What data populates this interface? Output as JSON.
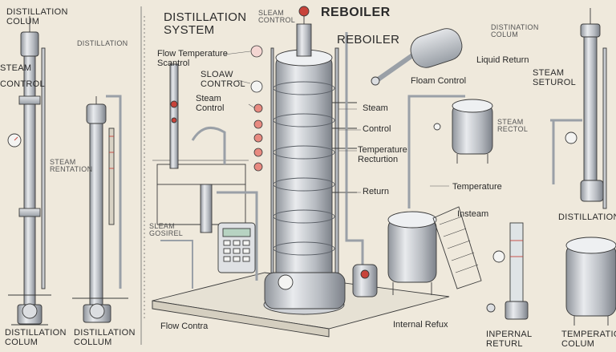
{
  "labels": {
    "distillation_colum_tl": "Distillation\nColum",
    "distillation_tl": "Distillation",
    "steam_left": "Steam",
    "control_left": "Control",
    "steam_rentation": "Steam\nRentation",
    "distillation_colum_bl": "Distillation\nColum",
    "distillation_collum_bl2": "Distillation\nCollum",
    "distillation_system": "Distillation\nSystem",
    "flow_temperature_scantrol": "Flow Temperature\nScantrol",
    "sloaw_control": "Sloaw\nControl",
    "steam_control": "Steam\nControl",
    "sleam_control_top": "Sleam\nControl",
    "reboiler_title": "Reboiler",
    "reboiler_sub": "Reboiler",
    "steam_mid": "Steam",
    "control_mid": "Control",
    "temperature_recturtion": "Temperature\nRecturtion",
    "return_mid": "Return",
    "flow_control_bottom": "Flow Contra",
    "internal_refux": "Internal Refux",
    "sleam_gosirel": "Sleam\nGosirel",
    "floam_control": "Floam Control",
    "liquid_return": "Liquid Return",
    "steam_rectol": "Steam\nRectol",
    "temperature_right": "Temperature",
    "insteam": "Insteam",
    "distination_colum": "Distination\nColum",
    "steam_seturol": "Steam\nSeturol",
    "distillation_right": "Distillation",
    "inpernal_returl": "Inpernal\nReturl",
    "temperation_colum": "Temperation\nColum"
  },
  "colors": {
    "paper": "#efe9dc",
    "metal": "#c9ccd0",
    "metal_dark": "#8a8f96",
    "accent_red": "#c8433a",
    "line": "#3a3a3a"
  }
}
